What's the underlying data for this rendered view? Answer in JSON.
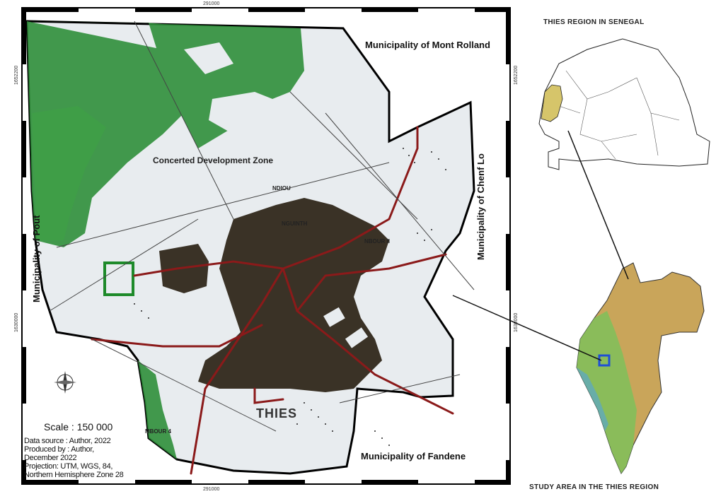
{
  "map": {
    "top_coordinate": "291000",
    "bottom_coordinate": "291000",
    "left_coordinate_top": "1652200",
    "left_coordinate_mid": "1630000",
    "right_coordinate_top": "1652200",
    "right_coordinate_mid": "1630000",
    "municipalities": {
      "north": "Municipality of Mont Rolland",
      "east": "Municipality of Chenf Lo",
      "west": "Municipality of Pout",
      "south": "Municipality of Fandene"
    },
    "zone_label": "Concerted Development Zone",
    "city_label": "THIES",
    "place_labels": [
      "NDIOU",
      "NGUINTH",
      "MBOUR 4",
      "NBOUR II"
    ],
    "scale_text": "Scale : 150 000",
    "info_lines": [
      "Data source : Author, 2022",
      "Produced by : Author,",
      "December 2022",
      "Projection: UTM, WGS, 84,",
      "Northern Hemisphere Zone 28"
    ],
    "colors": {
      "forest": "#2f8f3a",
      "forest_light": "#6fbf5f",
      "urban": "#3a3226",
      "road": "#8b1a1a",
      "boundary": "#000000",
      "background_area": "#e8ecef"
    }
  },
  "inset": {
    "title_top": "THIES REGION IN SENEGAL",
    "title_bottom": "STUDY AREA IN THE THIES REGION",
    "colors": {
      "study_marker": "#1f4fd6",
      "region_fill": "#c9a55a",
      "region_green": "#7fbf5a"
    }
  }
}
